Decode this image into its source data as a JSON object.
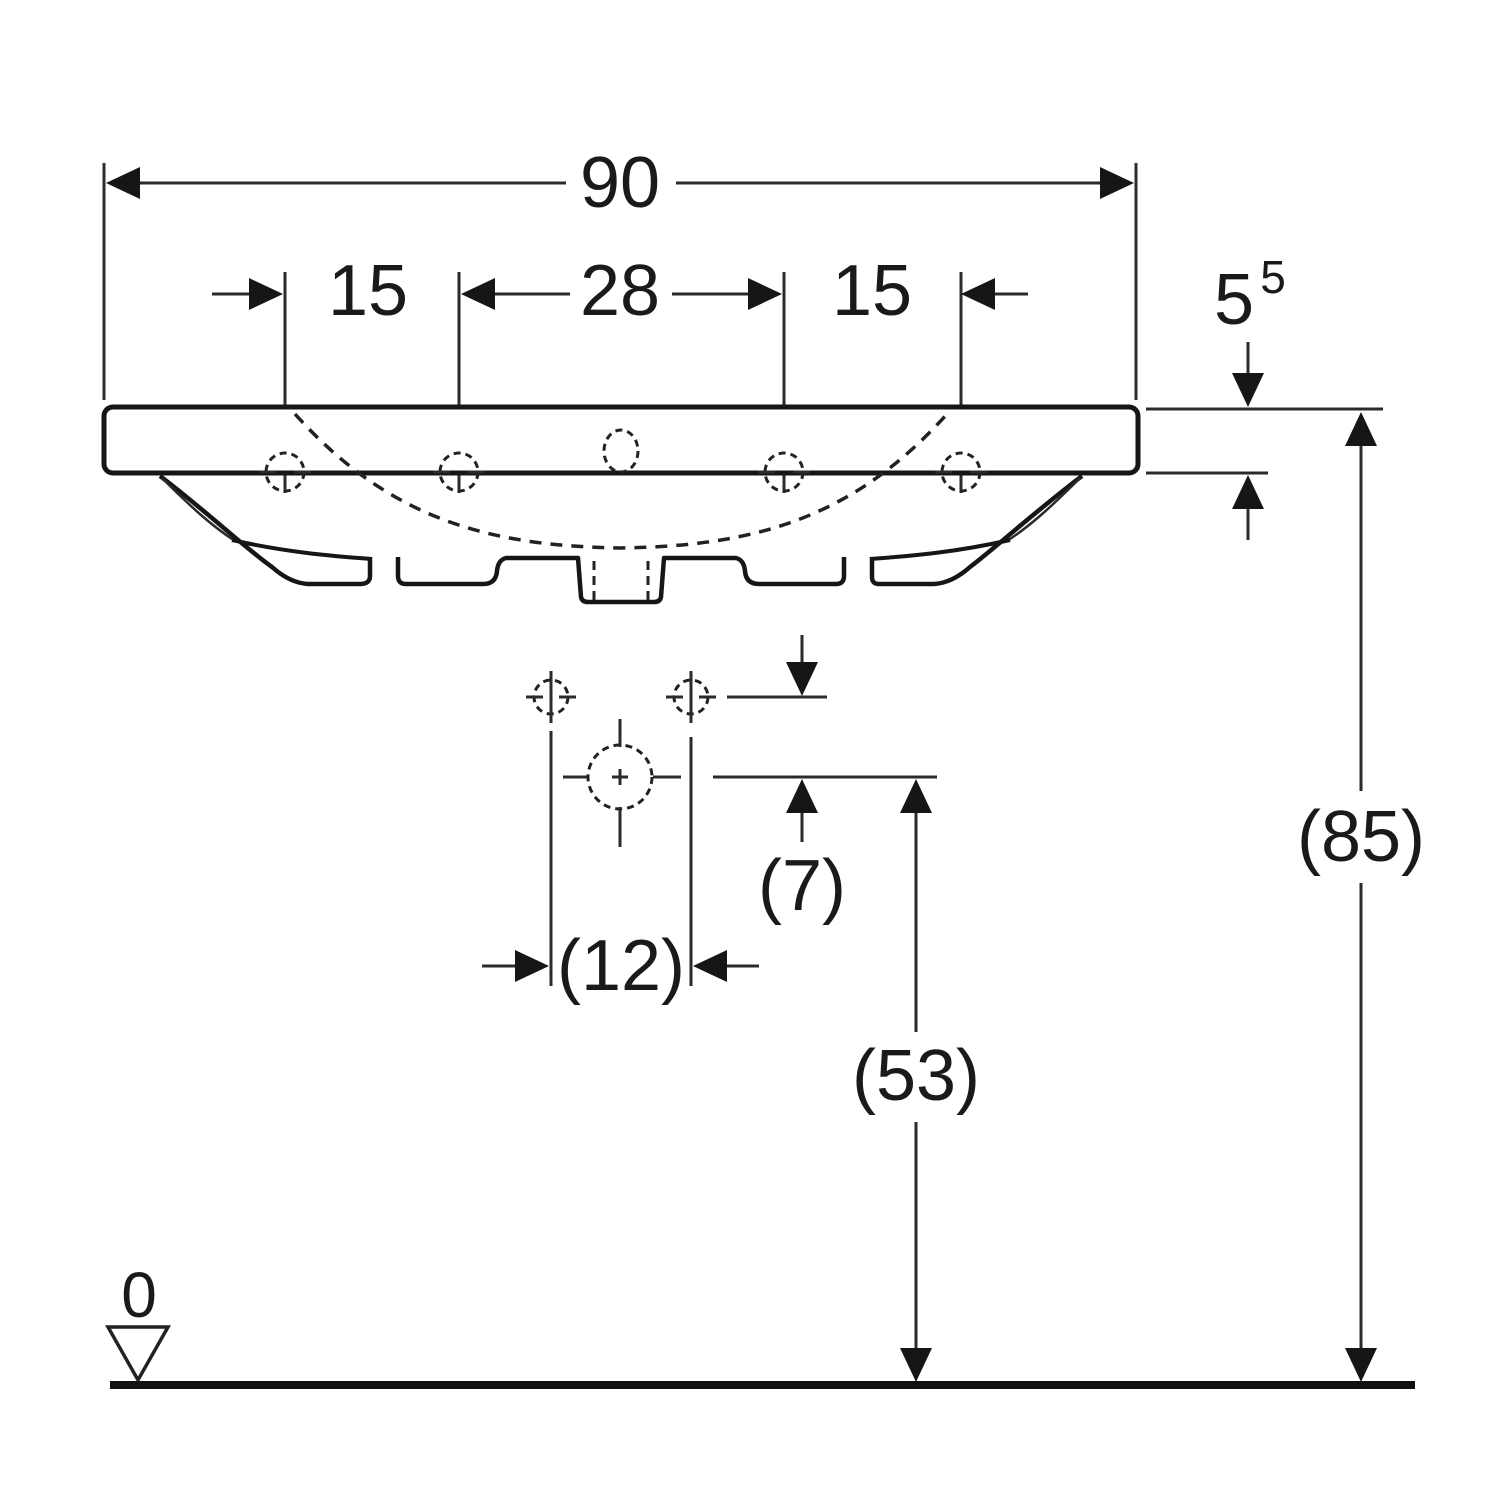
{
  "drawing": {
    "type": "washbasin-front-elevation-dimension-drawing",
    "colors": {
      "ink": "#1a1a1a",
      "paper": "#ffffff"
    },
    "dimensions": {
      "overall_width": "90",
      "tap_hole_spacing_left": "15",
      "tap_hole_spacing_center": "28",
      "tap_hole_spacing_right": "15",
      "rim_thickness_whole": "5",
      "rim_thickness_superscript": "5",
      "overall_height": "(85)",
      "trap_vertical_offset": "(7)",
      "fixing_hole_spacing": "(12)",
      "trap_height_above_floor": "(53)",
      "floor_datum_level": "0"
    }
  }
}
